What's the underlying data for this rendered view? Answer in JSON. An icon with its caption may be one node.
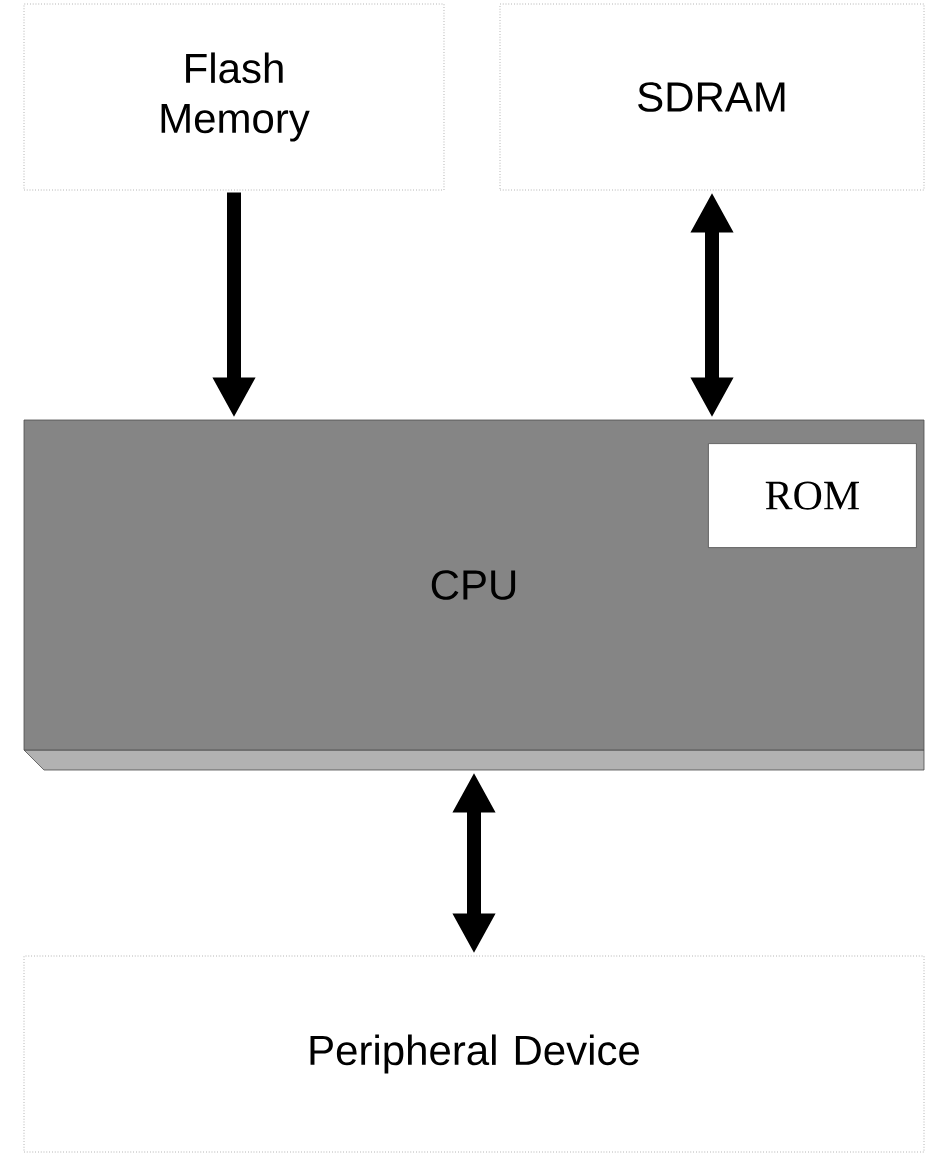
{
  "diagram": {
    "nodes": [
      {
        "text": [
          "Flash Memory"
        ]
      },
      {
        "text": [
          "SDRAM"
        ]
      },
      {
        "text": [
          "CPU"
        ]
      },
      {
        "text": [
          "ROM"
        ],
        "in": 2
      },
      {
        "text": [
          "Peripheral Device"
        ]
      }
    ],
    "edges": [
      {
        "from": 0,
        "to": 2,
        "arrow": "to"
      },
      {
        "from": 1,
        "to": 2,
        "arrow": "both"
      },
      {
        "from": 2,
        "to": 4,
        "arrow": "both"
      }
    ]
  }
}
